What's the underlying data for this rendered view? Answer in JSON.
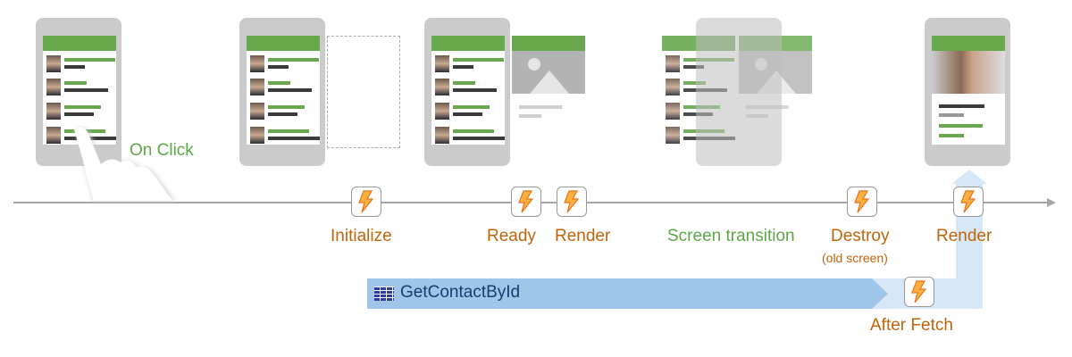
{
  "labels": {
    "on_click": "On Click",
    "initialize": "Initialize",
    "ready": "Ready",
    "render1": "Render",
    "screen_transition": "Screen transition",
    "destroy": "Destroy",
    "destroy_note": "(old screen)",
    "render2": "Render",
    "after_fetch": "After Fetch"
  },
  "aggregate": {
    "name": "GetContactById",
    "icon": "table-icon"
  },
  "colors": {
    "green": "#67a84d",
    "orange": "#c0640a",
    "bar": "#9fc5e8",
    "bar_light": "#d6e8f8"
  }
}
